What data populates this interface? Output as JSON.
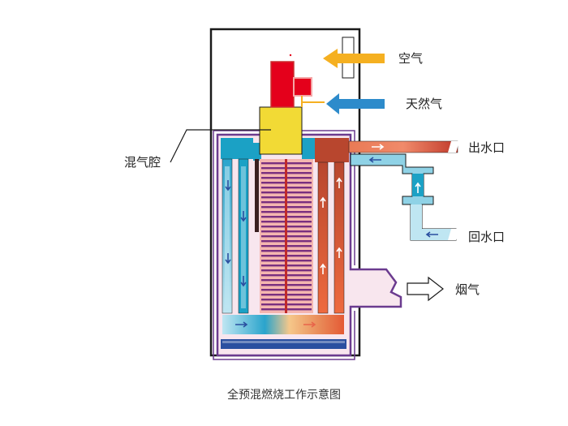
{
  "diagram": {
    "caption": "全预混燃烧工作示意图",
    "labels": {
      "air": "空气",
      "natural_gas": "天然气",
      "water_outlet": "出水口",
      "water_return": "回水口",
      "flue_gas": "烟气",
      "mixing_chamber": "混气腔"
    },
    "colors": {
      "air_arrow": "#F5B021",
      "gas_arrow": "#2D8BCB",
      "burner": "#E4001B",
      "mixing_chamber": "#F2DA35",
      "casing_outline": "#1A1A1A",
      "flue_outline": "#6B3B8F",
      "flue_fill": "#F8E6EE",
      "cold_water": "#1BA1C5",
      "warm_water": "#E8644A",
      "hot_water": "#C83A2A",
      "exchanger_tubes": "#7A2F7F",
      "base_bar": "#2A4FA0"
    }
  }
}
